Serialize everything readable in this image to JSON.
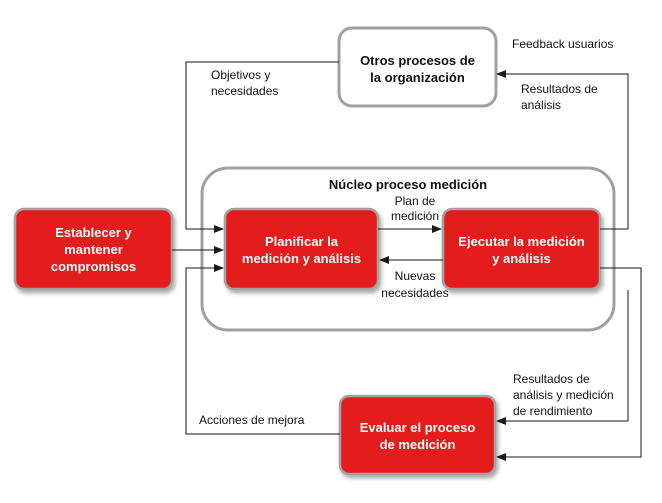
{
  "colors": {
    "process_fill": "#e41e1e",
    "process_border": "#a3a3a3",
    "outline_box_border": "#a0a0a0",
    "text_on_red": "#ffffff",
    "text": "#111111",
    "arrow": "#1a1a1a"
  },
  "nodes": {
    "otros": {
      "line1": "Otros procesos de",
      "line2": "la organización"
    },
    "nucleo": {
      "title": "Núcleo proceso medición"
    },
    "establecer": {
      "line1": "Establecer y",
      "line2": "mantener",
      "line3": "compromisos"
    },
    "planificar": {
      "line1": "Planificar la",
      "line2": "medición y análisis"
    },
    "ejecutar": {
      "line1": "Ejecutar la medición",
      "line2": "y análisis"
    },
    "evaluar": {
      "line1": "Evaluar el proceso",
      "line2": "de medición"
    }
  },
  "edges": {
    "feedback": "Feedback usuarios",
    "objetivos": {
      "line1": "Objetivos y",
      "line2": "necesidades"
    },
    "resultados_top": {
      "line1": "Resultados de",
      "line2": "análisis"
    },
    "plan": {
      "line1": "Plan de",
      "line2": "medición"
    },
    "nuevas": {
      "line1": "Nuevas",
      "line2": "necesidades"
    },
    "resultados_bottom": {
      "line1": "Resultados de",
      "line2": "análisis y medición",
      "line3": "de rendimiento"
    },
    "acciones": "Acciones de mejora"
  }
}
